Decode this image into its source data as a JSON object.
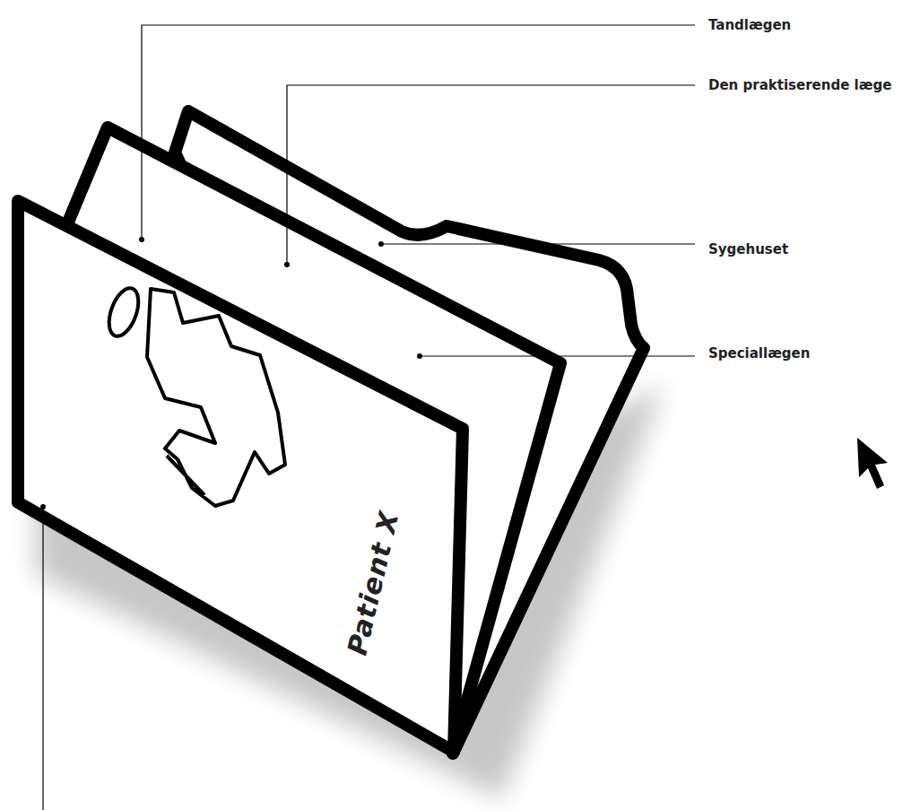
{
  "diagram": {
    "nodes": [
      {
        "text": [
          "Patient X"
        ]
      }
    ],
    "labels": [
      "Tandlægen",
      "Den praktiserende læge",
      "Sygehuset",
      "Speciallægen"
    ]
  }
}
